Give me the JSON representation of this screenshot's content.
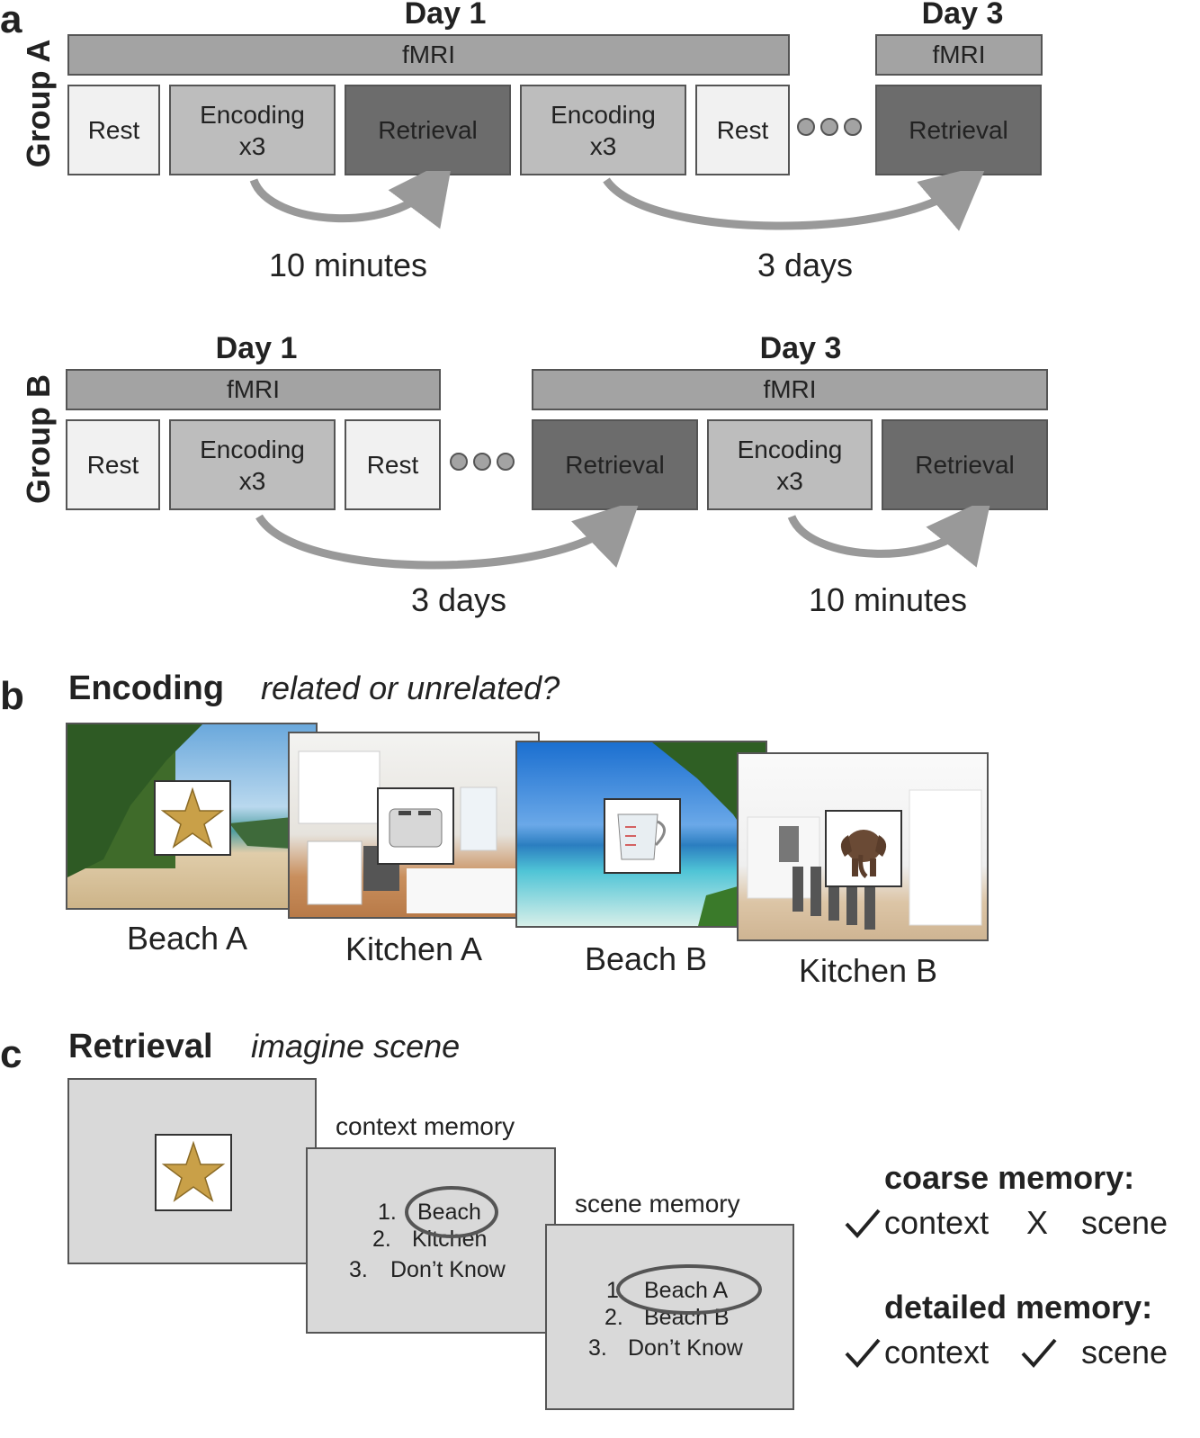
{
  "panel_a": {
    "letter": "a",
    "group_a": {
      "label": "Group A",
      "day1": "Day 1",
      "day3": "Day 3",
      "fmri_day1": "fMRI",
      "fmri_day3": "fMRI",
      "blocks": [
        "Rest",
        "Encoding\nx3",
        "Retrieval",
        "Encoding\nx3",
        "Rest",
        "Retrieval"
      ],
      "interval_1": "10 minutes",
      "interval_2": "3 days"
    },
    "group_b": {
      "label": "Group B",
      "day1": "Day 1",
      "day3": "Day 3",
      "fmri_day1": "fMRI",
      "fmri_day3": "fMRI",
      "blocks": [
        "Rest",
        "Encoding\nx3",
        "Rest",
        "Retrieval",
        "Encoding\nx3",
        "Retrieval"
      ],
      "interval_1": "3 days",
      "interval_2": "10 minutes"
    }
  },
  "panel_b": {
    "letter": "b",
    "title": "Encoding",
    "subtitle": "related or unrelated?",
    "scenes": [
      "Beach A",
      "Kitchen A",
      "Beach B",
      "Kitchen B"
    ]
  },
  "panel_c": {
    "letter": "c",
    "title": "Retrieval",
    "subtitle": "imagine scene",
    "context_label": "context memory",
    "context_options": [
      "1.",
      "Beach",
      "2.",
      "Kitchen",
      "3.",
      "Don’t Know"
    ],
    "scene_label": "scene memory",
    "scene_options": [
      "1.",
      "Beach A",
      "2.",
      "Beach B",
      "3.",
      "Don’t Know"
    ],
    "coarse": {
      "title": "coarse memory:",
      "context": "context",
      "scene": "scene",
      "mark": "X"
    },
    "detailed": {
      "title": "detailed memory:",
      "context": "context",
      "scene": "scene"
    }
  },
  "colors": {
    "rest": "#f1f1f1",
    "encoding": "#bdbdbd",
    "retrieval": "#6c6c6c",
    "fmri": "#a3a3a3",
    "screen": "#d9d9d9",
    "arrow": "#999999"
  }
}
